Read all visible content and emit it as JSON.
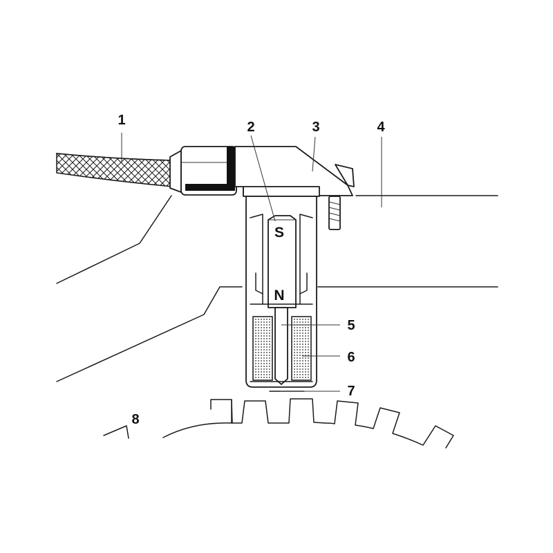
{
  "diagram": {
    "callouts": [
      "1",
      "2",
      "3",
      "4",
      "5",
      "6",
      "7",
      "8"
    ],
    "pole_labels": {
      "south": "S",
      "north": "N"
    }
  }
}
